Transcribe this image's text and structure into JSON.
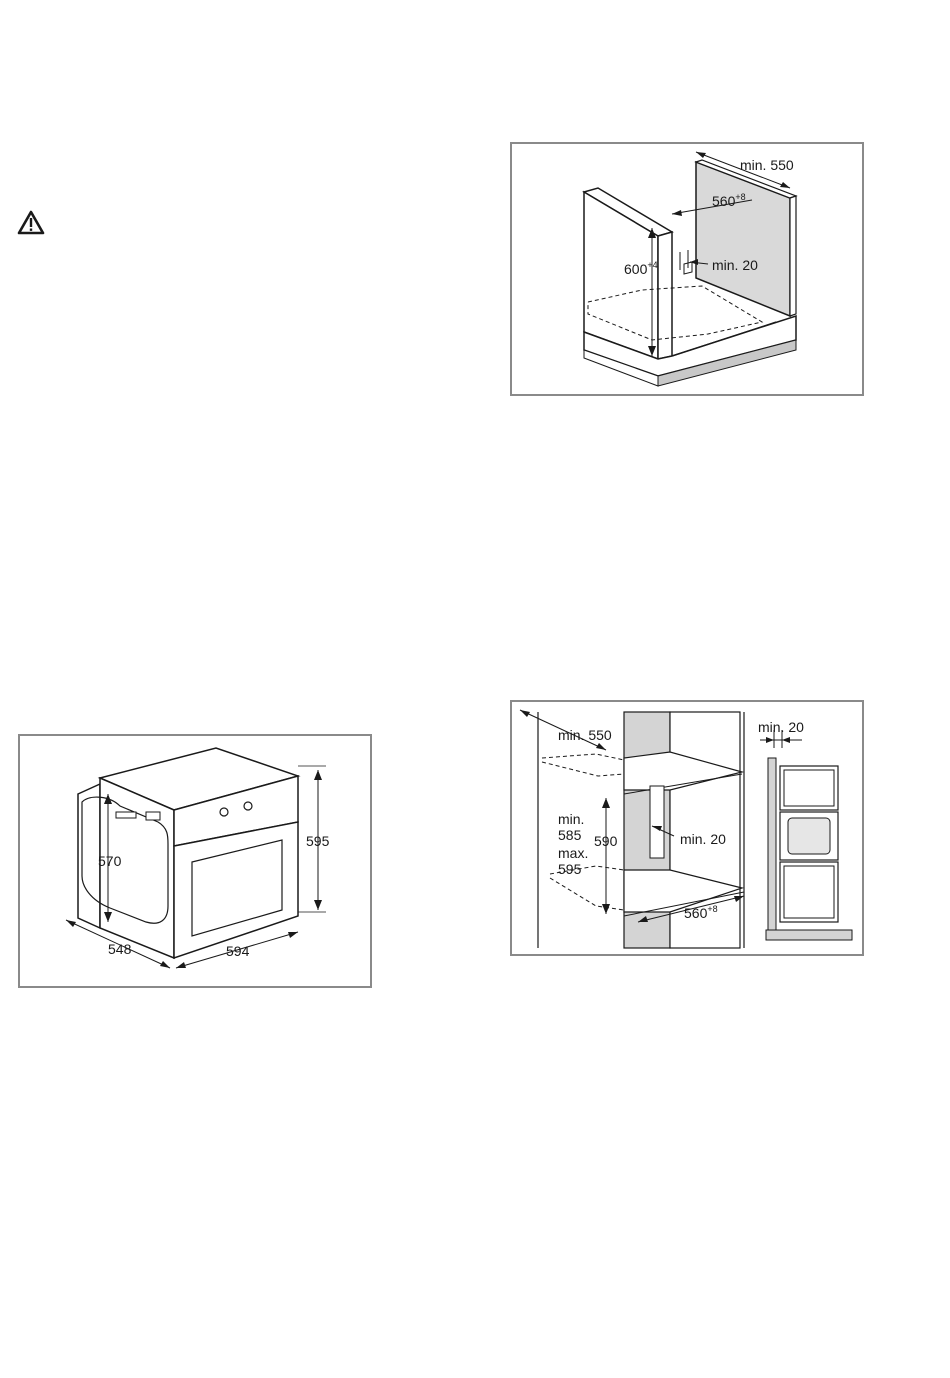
{
  "warning_icon": "warning-triangle-icon",
  "diagram_undercounter": {
    "min_depth": "min. 550",
    "width_base": "560",
    "width_tol": "+8",
    "height_base": "600",
    "height_tol": "+4",
    "gap": "min. 20"
  },
  "diagram_oven": {
    "height": "595",
    "inner_height": "570",
    "depth": "548",
    "width": "594"
  },
  "diagram_tall_unit": {
    "min_depth": "min. 550",
    "min_height_l1": "min.",
    "min_height_l2": "585",
    "nominal_height": "590",
    "max_height_l1": "max.",
    "max_height_l2": "595",
    "gap_inner": "min. 20",
    "width_base": "560",
    "width_tol": "+8",
    "gap_side": "min. 20"
  }
}
